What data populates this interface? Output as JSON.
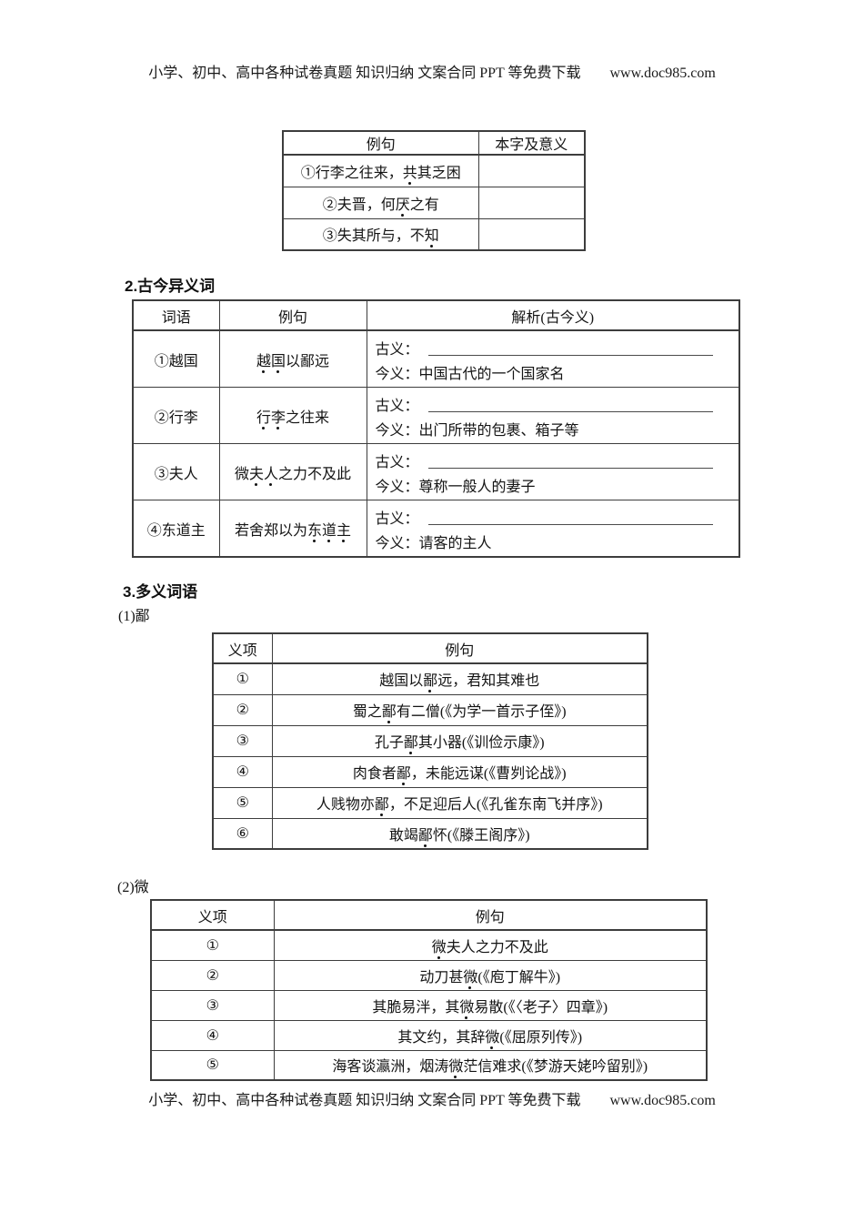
{
  "page": {
    "header": {
      "text": "小学、初中、高中各种试卷真题 知识归纳 文案合同 PPT 等免费下载",
      "site": "www.doc985.com"
    },
    "footer": {
      "text": "小学、初中、高中各种试卷真题 知识归纳 文案合同 PPT 等免费下载",
      "site": "www.doc985.com"
    }
  },
  "table1": {
    "headers": [
      "例句",
      "本字及意义"
    ],
    "rows": [
      {
        "example": "①行李之往来，[共]其乏困",
        "answer": ""
      },
      {
        "example": "②夫晋，何[厌]之有",
        "answer": ""
      },
      {
        "example": "③失其所与，不[知]",
        "answer": ""
      }
    ]
  },
  "section2": {
    "title": "2.古今异义词",
    "table": {
      "headers": [
        "词语",
        "例句",
        "解析(古今义)"
      ],
      "gu_label": "古义：",
      "rows": [
        {
          "word": "①越国",
          "example": "[越][国]以鄙远",
          "jinyi": "今义：中国古代的一个国家名"
        },
        {
          "word": "②行李",
          "example": "[行][李]之往来",
          "jinyi": "今义：出门所带的包裹、箱子等"
        },
        {
          "word": "③夫人",
          "example": "微[夫][人]之力不及此",
          "jinyi": "今义：尊称一般人的妻子"
        },
        {
          "word": "④东道主",
          "example": "若舍郑以为[东][道][主]",
          "jinyi": "今义：请客的主人"
        }
      ]
    }
  },
  "section3": {
    "title": "3.多义词语",
    "part1": {
      "label": "(1)鄙",
      "headers": [
        "义项",
        "例句"
      ],
      "rows": [
        {
          "no": "①",
          "example": "越国以[鄙]远，君知其难也"
        },
        {
          "no": "②",
          "example": "蜀之[鄙]有二僧(《为学一首示子侄》)"
        },
        {
          "no": "③",
          "example": "孔子[鄙]其小器(《训俭示康》)"
        },
        {
          "no": "④",
          "example": "肉食者[鄙]，未能远谋(《曹刿论战》)"
        },
        {
          "no": "⑤",
          "example": "人贱物亦[鄙]，不足迎后人(《孔雀东南飞并序》)"
        },
        {
          "no": "⑥",
          "example": "敢竭[鄙]怀(《滕王阁序》)"
        }
      ]
    },
    "part2": {
      "label": "(2)微",
      "headers": [
        "义项",
        "例句"
      ],
      "rows": [
        {
          "no": "①",
          "example": "[微]夫人之力不及此"
        },
        {
          "no": "②",
          "example": "动刀甚[微](《庖丁解牛》)"
        },
        {
          "no": "③",
          "example": "其脆易泮，其[微]易散(《〈老子〉四章》)"
        },
        {
          "no": "④",
          "example": "其文约，其辞[微](《屈原列传》)"
        },
        {
          "no": "⑤",
          "example": "海客谈瀛洲，烟涛[微]茫信难求(《梦游天姥吟留别》)"
        }
      ]
    }
  }
}
